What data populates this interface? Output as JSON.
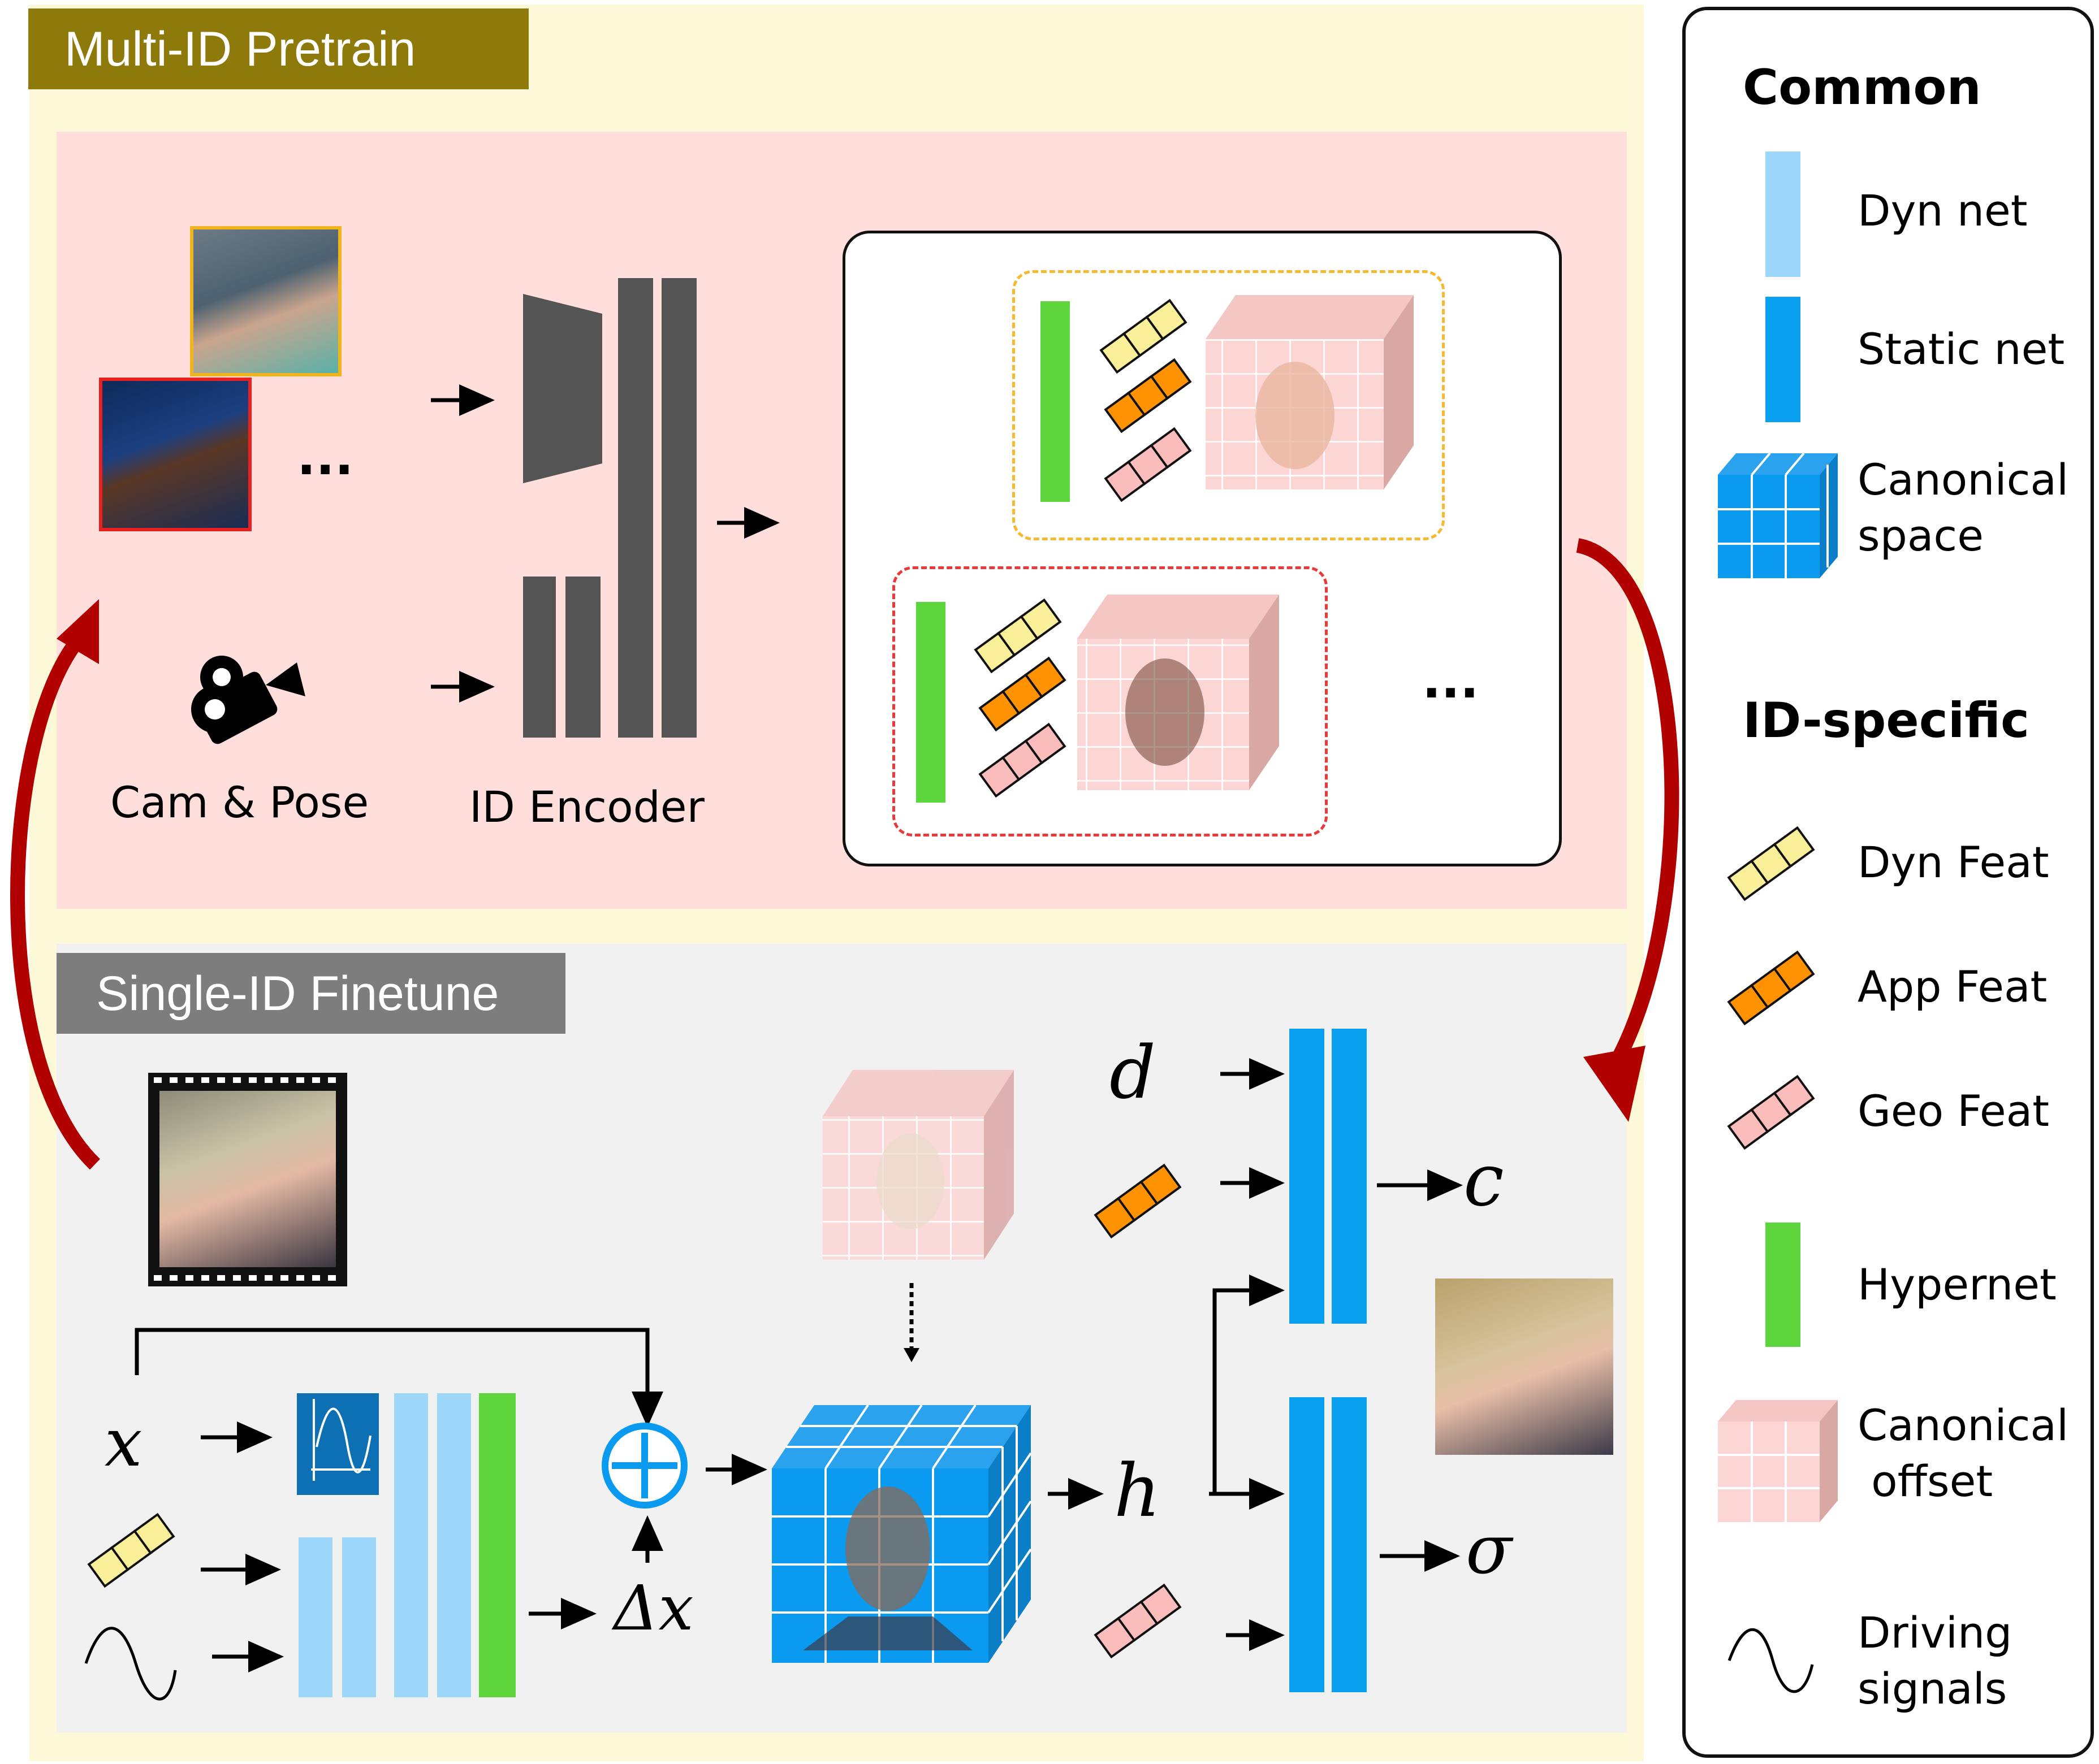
{
  "pretrain": {
    "title": "Multi-ID Pretrain",
    "cam_pose_label": "Cam & Pose",
    "encoder_label": "ID Encoder",
    "dots": "...",
    "dots_right": "..."
  },
  "finetune": {
    "title": "Single-ID Finetune",
    "input_x": "x",
    "delta_x": "Δx",
    "h": "h",
    "d": "d",
    "c": "c",
    "sigma": "σ"
  },
  "legend": {
    "common_header": "Common",
    "idspecific_header": "ID-specific",
    "items": [
      {
        "label": "Dyn net",
        "icon": "light-blue-bar",
        "color": "#9dd8fa"
      },
      {
        "label": "Static net",
        "icon": "blue-bar",
        "color": "#0aa0f0"
      },
      {
        "label": "Canonical\nspace",
        "icon": "blue-cube",
        "color": "#0a90e8"
      },
      {
        "label": "Dyn Feat",
        "icon": "yellow-feature",
        "color": "#fbf09a"
      },
      {
        "label": "App Feat",
        "icon": "orange-feature",
        "color": "#ff9200"
      },
      {
        "label": "Geo Feat",
        "icon": "pink-feature",
        "color": "#fbbcbc"
      },
      {
        "label": "Hypernet",
        "icon": "green-bar",
        "color": "#5cd63c"
      },
      {
        "label": "Canonical\n offset",
        "icon": "pink-cube",
        "color": "#fcd6d4"
      },
      {
        "label": "Driving\nsignals",
        "icon": "sine-wave",
        "color": "#000000"
      }
    ]
  },
  "colors": {
    "outer_bg": "#fdf9d8",
    "pretrain_bg": "#ffdedc",
    "finetune_bg": "#f1f1f1",
    "pretrain_tag": "#8e7a0a",
    "finetune_tag": "#7d7d7d",
    "encoder_gray": "#545454",
    "red_arrow": "#b00000"
  }
}
